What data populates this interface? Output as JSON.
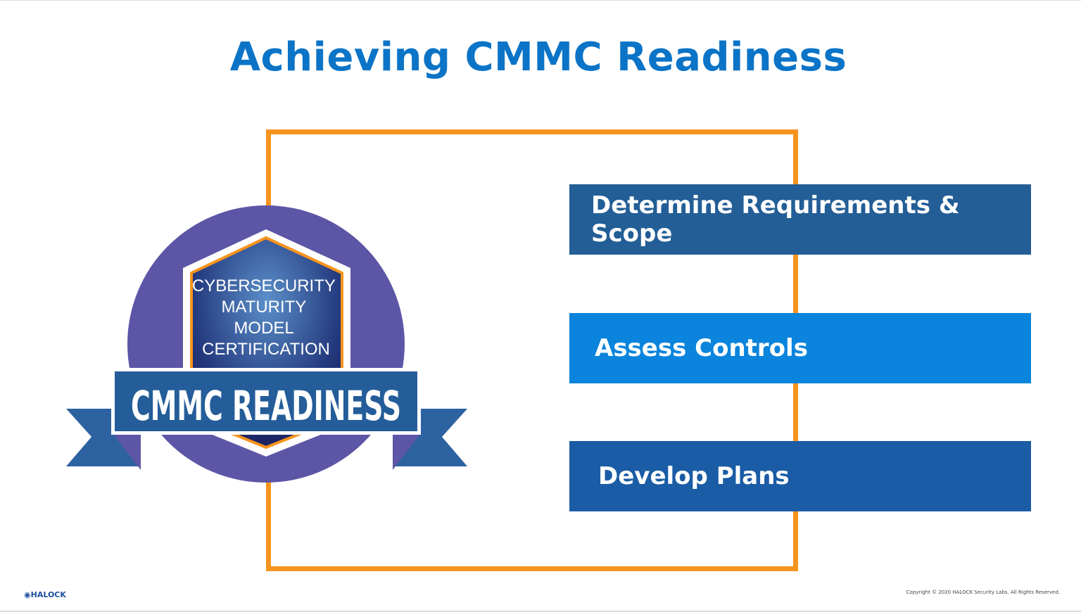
{
  "title": "Achieving CMMC Readiness",
  "badge": {
    "lines": [
      "CYBERSECURITY",
      "MATURITY",
      "MODEL",
      "CERTIFICATION"
    ],
    "banner": "CMMC READINESS"
  },
  "steps": [
    {
      "label": "Determine Requirements & Scope",
      "color": "#235e96"
    },
    {
      "label": "Assess Controls",
      "color": "#0a84dc"
    },
    {
      "label": "Develop Plans",
      "color": "#1a5ca5"
    }
  ],
  "colors": {
    "frame": "#f7941d",
    "title": "#0b74c7"
  },
  "footer": {
    "logo": "HALOCK",
    "copyright": "Copyright © 2020 HALOCK Security Labs. All Rights Reserved."
  }
}
